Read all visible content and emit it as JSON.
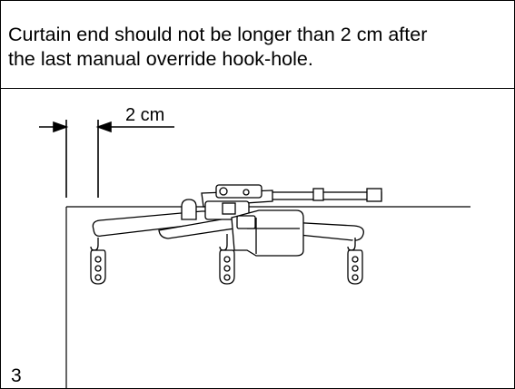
{
  "instruction": {
    "text": "Curtain end should not be longer than 2 cm after\nthe last manual override hook-hole."
  },
  "diagram": {
    "dimension_label": "2 cm",
    "line_color": "#000000"
  },
  "page": {
    "number": "3"
  }
}
